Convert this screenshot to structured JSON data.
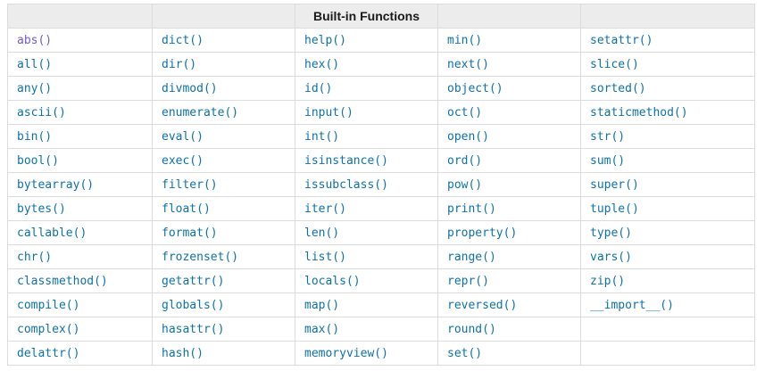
{
  "table": {
    "header_title": "Built-in Functions",
    "visited_functions": [
      "abs()"
    ],
    "rows": [
      [
        "abs()",
        "dict()",
        "help()",
        "min()",
        "setattr()"
      ],
      [
        "all()",
        "dir()",
        "hex()",
        "next()",
        "slice()"
      ],
      [
        "any()",
        "divmod()",
        "id()",
        "object()",
        "sorted()"
      ],
      [
        "ascii()",
        "enumerate()",
        "input()",
        "oct()",
        "staticmethod()"
      ],
      [
        "bin()",
        "eval()",
        "int()",
        "open()",
        "str()"
      ],
      [
        "bool()",
        "exec()",
        "isinstance()",
        "ord()",
        "sum()"
      ],
      [
        "bytearray()",
        "filter()",
        "issubclass()",
        "pow()",
        "super()"
      ],
      [
        "bytes()",
        "float()",
        "iter()",
        "print()",
        "tuple()"
      ],
      [
        "callable()",
        "format()",
        "len()",
        "property()",
        "type()"
      ],
      [
        "chr()",
        "frozenset()",
        "list()",
        "range()",
        "vars()"
      ],
      [
        "classmethod()",
        "getattr()",
        "locals()",
        "repr()",
        "zip()"
      ],
      [
        "compile()",
        "globals()",
        "map()",
        "reversed()",
        "__import__()"
      ],
      [
        "complex()",
        "hasattr()",
        "max()",
        "round()",
        ""
      ],
      [
        "delattr()",
        "hash()",
        "memoryview()",
        "set()",
        ""
      ]
    ]
  },
  "colors": {
    "link": "#0e72a8",
    "visited_link": "#6c60c8",
    "header_background": "#ececec",
    "border": "#dcdcdc",
    "header_text": "#1a1a1a"
  }
}
